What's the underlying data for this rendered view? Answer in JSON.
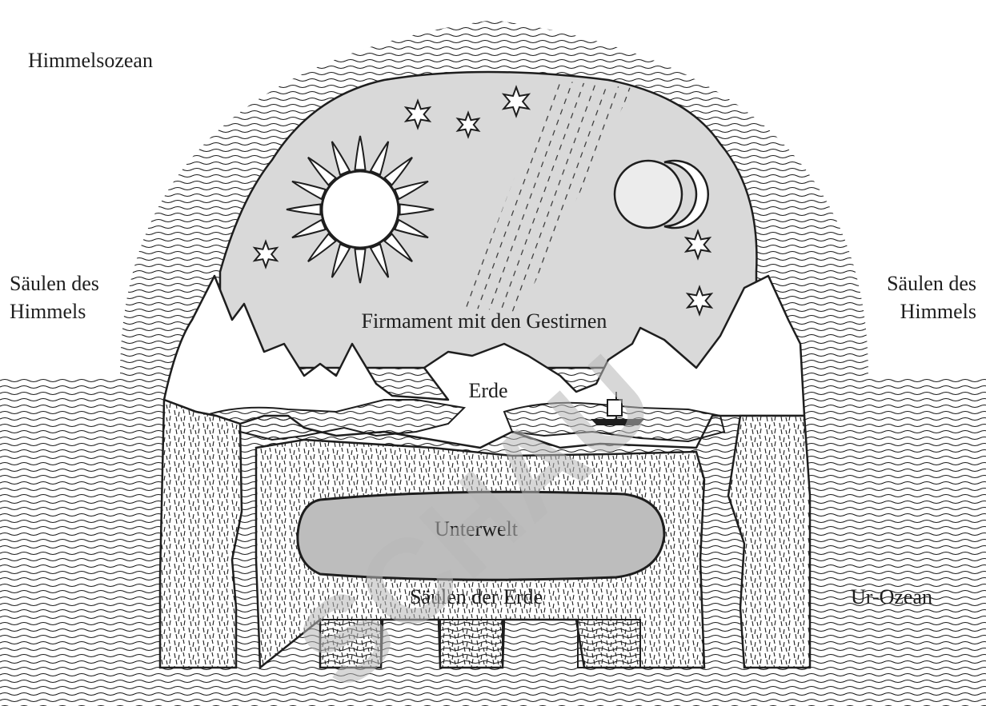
{
  "labels": {
    "sky_ocean": "Himmelsozean",
    "pillars_sky_left_1": "Säulen des",
    "pillars_sky_left_2": "Himmels",
    "pillars_sky_right_1": "Säulen des",
    "pillars_sky_right_2": "Himmels",
    "firmament": "Firmament mit den Gestirnen",
    "earth": "Erde",
    "underworld": "Unterwelt",
    "pillars_earth": "Säulen der Erde",
    "primeval_ocean": "Ur-Ozean"
  },
  "watermark": "SCHAU",
  "colors": {
    "ink": "#1e1e1e",
    "firmament": "#d9d9d9",
    "underworld": "#bdbdbd",
    "watermark": "#b8b8b8"
  },
  "icons": [
    "sun-icon",
    "moon-icon",
    "star-icon",
    "ship-icon"
  ]
}
